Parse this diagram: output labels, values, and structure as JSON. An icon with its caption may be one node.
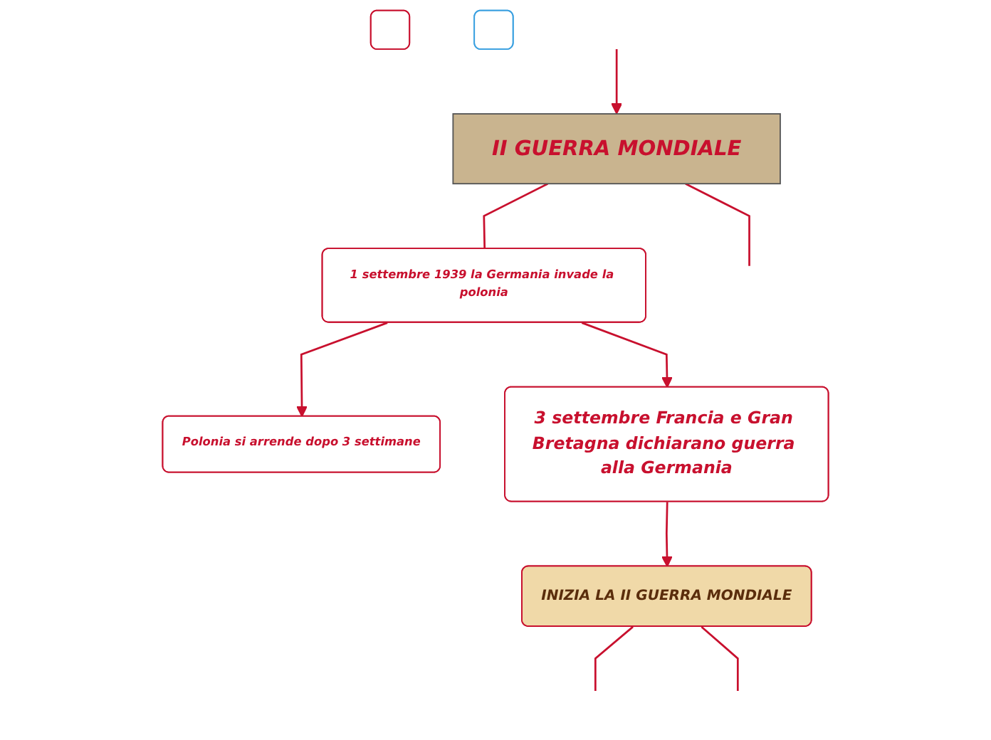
{
  "diagram": {
    "nodes": [
      {
        "text": [
          "II GUERRA MONDIALE"
        ]
      },
      {
        "text": [
          "1 settembre 1939 la Germania invade la polonia"
        ]
      },
      {
        "text": [
          "Polonia si arrende dopo 3 settimane"
        ]
      },
      {
        "text": [
          "3 settembre Francia e Gran Bretagna dichiarano guerra alla Germania"
        ]
      },
      {
        "text": [
          "INIZIA LA II GUERRA MONDIALE"
        ]
      },
      {
        "text": [],
        "shape": "box"
      },
      {
        "text": [],
        "shape": "box"
      }
    ],
    "edges": [
      {
        "from": 0,
        "to": null,
        "arrow": "none"
      },
      {
        "from": 0,
        "to": 1,
        "arrow": "none"
      },
      {
        "from": null,
        "to": 0,
        "arrow": "to"
      },
      {
        "from": 1,
        "to": 2,
        "arrow": "to"
      },
      {
        "from": 1,
        "to": 3,
        "arrow": "to"
      },
      {
        "from": 3,
        "to": 4,
        "arrow": "to"
      },
      {
        "from": 4,
        "to": null,
        "arrow": "none"
      },
      {
        "from": 4,
        "to": null,
        "arrow": "none"
      }
    ]
  }
}
